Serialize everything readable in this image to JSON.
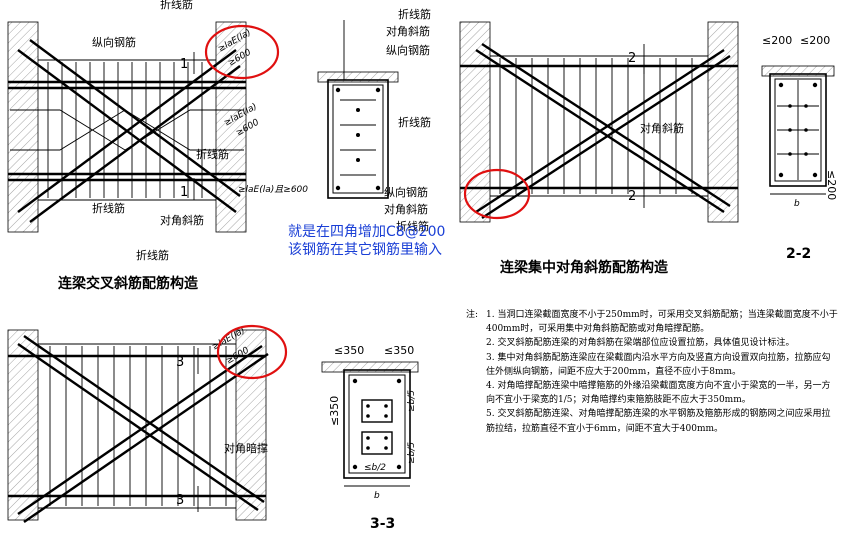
{
  "labels": {
    "zhexianjin": "折线筋",
    "zongxiang_gangjin": "纵向钢筋",
    "duijiao_xiejin": "对角斜筋",
    "duijiao_anchen": "对角暗撑",
    "anchor_lae": "≥laE(la)",
    "anchor_600": "≥600",
    "anchor_combined": "≥laE(la)且≥600",
    "dim_200": "≤200",
    "dim_350": "≤350",
    "dim_b5": "≥b/5",
    "dim_b2": "≤b/2",
    "dim_b": "b",
    "dim_v200": "≤200"
  },
  "titles": {
    "cross_beam": "连梁交叉斜筋配筋构造",
    "diag_beam": "连梁集中对角斜筋配筋构造",
    "sec22": "2-2",
    "sec33": "3-3"
  },
  "section_marks": {
    "one": "1",
    "two": "2",
    "three": "3"
  },
  "annotation": {
    "line1": "就是在四角增加C8@200",
    "line2": "该钢筋在其它钢筋里输入"
  },
  "notes": {
    "lead": "注:",
    "items": [
      "1. 当洞口连梁截面宽度不小于250mm时，可采用交叉斜筋配筋；当连梁截面宽度不小于400mm时，可采用集中对角斜筋配筋或对角暗撑配筋。",
      "2. 交叉斜筋配筋连梁的对角斜筋在梁端部位应设置拉筋，具体值见设计标注。",
      "3. 集中对角斜筋配筋连梁应在梁截面内沿水平方向及竖直方向设置双向拉筋，拉筋应勾住外侧纵向钢筋，间距不应大于200mm，直径不应小于8mm。",
      "4. 对角暗撑配筋连梁中暗撑箍筋的外缘沿梁截面宽度方向不宜小于梁宽的一半，另一方向不宜小于梁宽的1/5；对角暗撑约束箍筋肢距不应大于350mm。",
      "5. 交叉斜筋配筋连梁、对角暗撑配筋连梁的水平钢筋及箍筋形成的钢筋网之间应采用拉筋拉结，拉筋直径不宜小于6mm，间距不宜大于400mm。"
    ]
  },
  "colors": {
    "circle": "#e01010",
    "annotation": "#1a3fd6"
  }
}
